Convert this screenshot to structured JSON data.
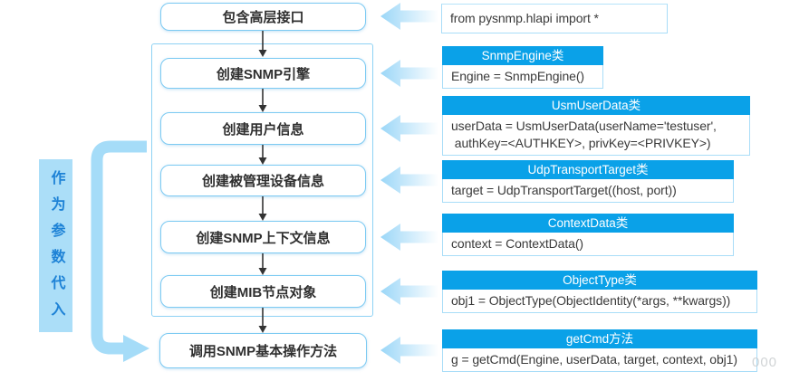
{
  "palette": {
    "header_blue": "#0aa1e8",
    "light_blue_border": "#8ed2f4",
    "box_border": "#7ccaf2",
    "arrow_blue": "#a0d9f7",
    "bracket_blue": "#a5dcf8",
    "side_label_bg": "#abdef8",
    "side_label_text": "#1d82d6",
    "code_text": "#3a3a3a",
    "connector_black": "#333333"
  },
  "side_label": {
    "text": "作为参数代入"
  },
  "flow": {
    "boxes": [
      {
        "label": "包含高层接口"
      },
      {
        "label": "创建SNMP引擎"
      },
      {
        "label": "创建用户信息"
      },
      {
        "label": "创建被管理设备信息"
      },
      {
        "label": "创建SNMP上下文信息"
      },
      {
        "label": "创建MIB节点对象"
      },
      {
        "label": "调用SNMP基本操作方法"
      }
    ]
  },
  "code_blocks": [
    {
      "header": "",
      "lines": [
        "from pysnmp.hlapi import *"
      ]
    },
    {
      "header": "SnmpEngine类",
      "lines": [
        "Engine = SnmpEngine()"
      ]
    },
    {
      "header": "UsmUserData类",
      "lines": [
        "userData = UsmUserData(userName='testuser',",
        " authKey=<AUTHKEY>, privKey=<PRIVKEY>)"
      ]
    },
    {
      "header": "UdpTransportTarget类",
      "lines": [
        "target = UdpTransportTarget((host, port))"
      ]
    },
    {
      "header": "ContextData类",
      "lines": [
        "context = ContextData()"
      ]
    },
    {
      "header": "ObjectType类",
      "lines": [
        "obj1 = ObjectType(ObjectIdentity(*args, **kwargs))"
      ]
    },
    {
      "header": "getCmd方法",
      "lines": [
        "g = getCmd(Engine, userData, target, context, obj1)"
      ]
    }
  ],
  "watermark": "000"
}
